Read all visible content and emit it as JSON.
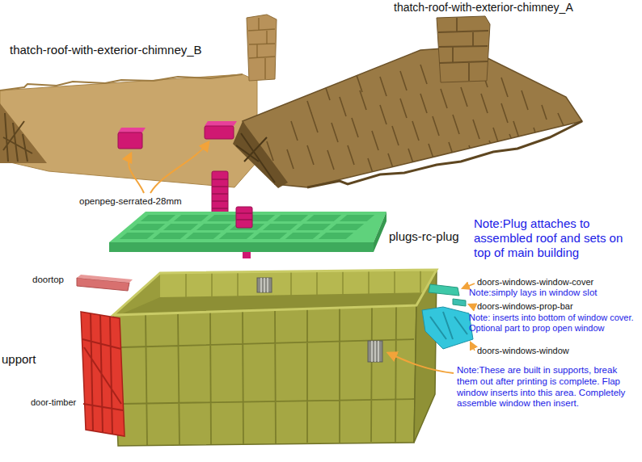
{
  "diagram": {
    "labels": [
      "thatch-roof-with-exterior-chimney_A",
      "thatch-roof-with-exterior-chimney_B",
      "openpeg-serrated-28mm",
      "plugs-rc-plug",
      "Note:Plug attaches to assembled roof and sets on top of main building",
      "doortop",
      "doors-windows-window-cover",
      "Note:simply lays in window slot",
      "doors-windows-prop-bar",
      "Note: inserts into bottom of window cover. Optional part to prop open window",
      "doors-windows-window",
      "Note:These are built in supports, break them out after printing is complete. Flap window inserts into this area. Completely assemble window then insert.",
      "upport",
      "door-timber"
    ]
  }
}
